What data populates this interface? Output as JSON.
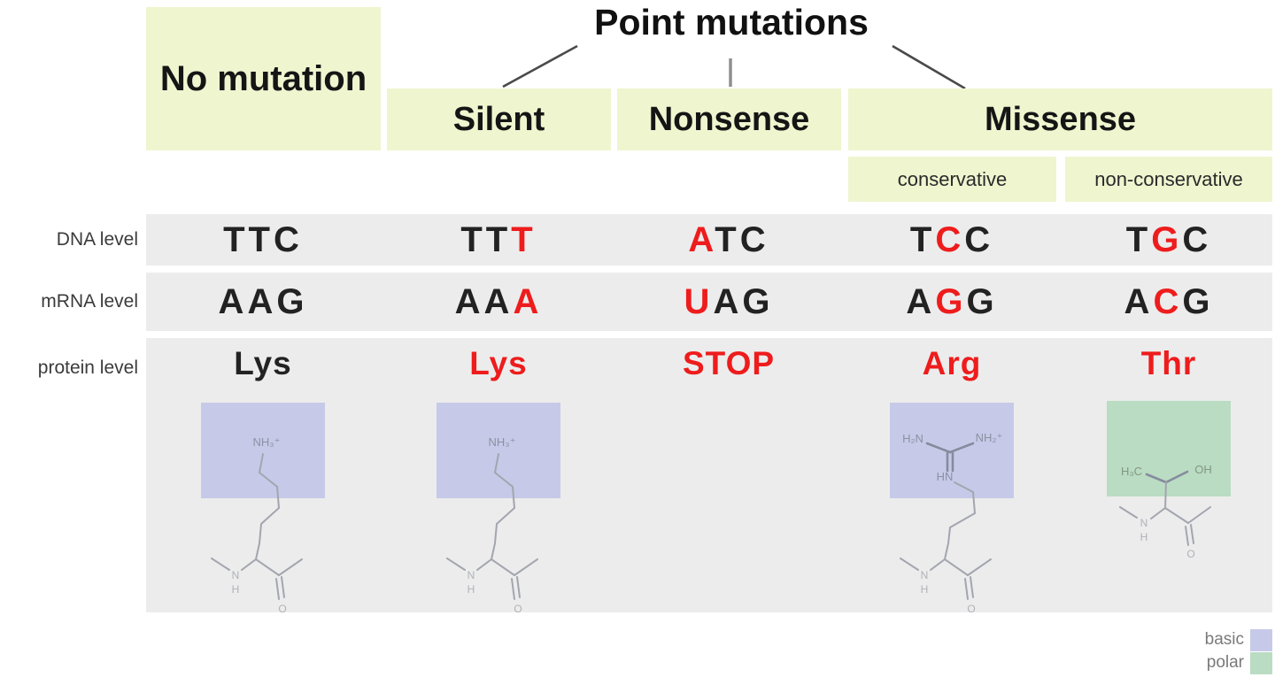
{
  "title": "Point mutations",
  "headers": {
    "no_mutation": "No mutation",
    "silent": "Silent",
    "nonsense": "Nonsense",
    "missense": "Missense",
    "conservative": "conservative",
    "non_conservative": "non-conservative"
  },
  "row_labels": {
    "dna": "DNA level",
    "mrna": "mRNA level",
    "protein": "protein level"
  },
  "columns": [
    {
      "key": "no-mutation",
      "dna": [
        {
          "t": "T",
          "red": false
        },
        {
          "t": "T",
          "red": false
        },
        {
          "t": "C",
          "red": false
        }
      ],
      "mrna": [
        {
          "t": "A",
          "red": false
        },
        {
          "t": "A",
          "red": false
        },
        {
          "t": "G",
          "red": false
        }
      ],
      "protein": {
        "text": "Lys",
        "red": false
      },
      "structure": "lysine",
      "side_chain_class": "basic"
    },
    {
      "key": "silent",
      "dna": [
        {
          "t": "T",
          "red": false
        },
        {
          "t": "T",
          "red": false
        },
        {
          "t": "T",
          "red": true
        }
      ],
      "mrna": [
        {
          "t": "A",
          "red": false
        },
        {
          "t": "A",
          "red": false
        },
        {
          "t": "A",
          "red": true
        }
      ],
      "protein": {
        "text": "Lys",
        "red": true
      },
      "structure": "lysine",
      "side_chain_class": "basic"
    },
    {
      "key": "nonsense",
      "dna": [
        {
          "t": "A",
          "red": true
        },
        {
          "t": "T",
          "red": false
        },
        {
          "t": "C",
          "red": false
        }
      ],
      "mrna": [
        {
          "t": "U",
          "red": true
        },
        {
          "t": "A",
          "red": false
        },
        {
          "t": "G",
          "red": false
        }
      ],
      "protein": {
        "text": "STOP",
        "red": true
      },
      "structure": null,
      "side_chain_class": null
    },
    {
      "key": "missense-conservative",
      "dna": [
        {
          "t": "T",
          "red": false
        },
        {
          "t": "C",
          "red": true
        },
        {
          "t": "C",
          "red": false
        }
      ],
      "mrna": [
        {
          "t": "A",
          "red": false
        },
        {
          "t": "G",
          "red": true
        },
        {
          "t": "G",
          "red": false
        }
      ],
      "protein": {
        "text": "Arg",
        "red": true
      },
      "structure": "arginine",
      "side_chain_class": "basic"
    },
    {
      "key": "missense-non-conservative",
      "dna": [
        {
          "t": "T",
          "red": false
        },
        {
          "t": "G",
          "red": true
        },
        {
          "t": "C",
          "red": false
        }
      ],
      "mrna": [
        {
          "t": "A",
          "red": false
        },
        {
          "t": "C",
          "red": true
        },
        {
          "t": "G",
          "red": false
        }
      ],
      "protein": {
        "text": "Thr",
        "red": true
      },
      "structure": "threonine",
      "side_chain_class": "polar"
    }
  ],
  "structures": {
    "lysine": {
      "amine": "NH₃⁺",
      "n": "N",
      "h": "H",
      "o": "O"
    },
    "arginine": {
      "left": "H₂N",
      "right": "NH₂⁺",
      "hn": "HN",
      "n": "N",
      "h": "H",
      "o": "O"
    },
    "threonine": {
      "left": "H₃C",
      "right": "OH",
      "n": "N",
      "h": "H",
      "o": "O"
    }
  },
  "legend": {
    "items": [
      {
        "label": "basic",
        "color": "#c6cae8"
      },
      {
        "label": "polar",
        "color": "#b9dcc3"
      }
    ]
  },
  "colors": {
    "header_yellow": "#eff5cf",
    "band_gray": "#ececec",
    "basic_purple": "#c6cae8",
    "polar_green": "#b9dcc3",
    "mutation_red": "#ee1c1c"
  }
}
